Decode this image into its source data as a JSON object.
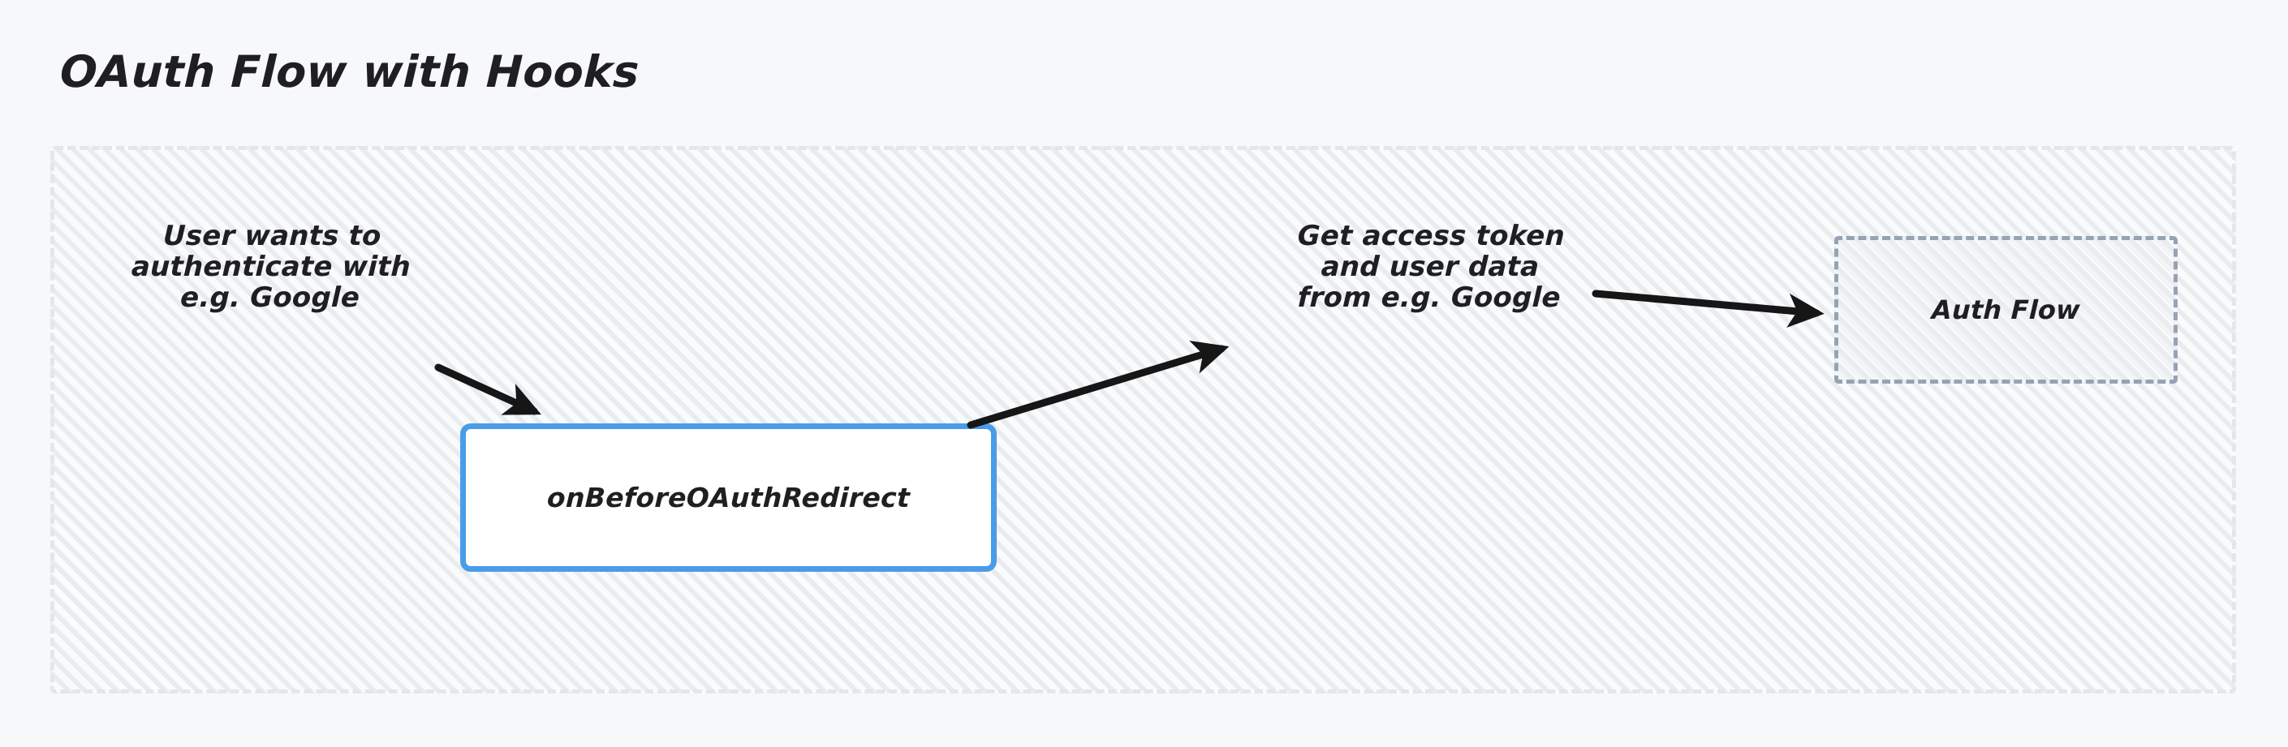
{
  "page": {
    "background_color": "#f7f8fa",
    "title": "OAuth Flow with Hooks"
  },
  "diagram": {
    "type": "flowchart",
    "container": {
      "name": "flow-group",
      "border_style": "dashed",
      "border_color": "#e3e6ea",
      "fill_color": "#fafbfc",
      "pattern": "diagonal-hatch"
    },
    "nodes": [
      {
        "id": "on-before-oauth-redirect",
        "label": "onBeforeOAuthRedirect",
        "shape": "rounded-rect",
        "border_style": "solid",
        "border_color": "#4a9ce8",
        "fill_color": "#ffffff",
        "text_color": "#1f1f21"
      },
      {
        "id": "auth-flow",
        "label": "Auth Flow",
        "shape": "rect",
        "border_style": "dashed",
        "border_color": "#95a3b4",
        "fill_color": "transparent",
        "text_color": "#1f1f21"
      }
    ],
    "edges": [
      {
        "id": "edge-user-to-hook",
        "label_lines": [
          "User wants to",
          "authenticate with",
          "e.g. Google"
        ],
        "color": "#161616",
        "arrowhead": "filled-triangle",
        "to": "on-before-oauth-redirect"
      },
      {
        "id": "edge-hook-to-token",
        "label_lines": [
          "Get access token",
          "and user data",
          "from e.g. Google"
        ],
        "color": "#161616",
        "arrowhead": "filled-triangle",
        "from": "on-before-oauth-redirect"
      },
      {
        "id": "edge-token-to-auth-flow",
        "color": "#161616",
        "arrowhead": "filled-triangle",
        "to": "auth-flow"
      }
    ]
  },
  "labels": {
    "user_auth": "User wants to\nauthenticate with\ne.g. Google",
    "user_auth_line1": "User wants to",
    "user_auth_line2": "authenticate with",
    "user_auth_line3": "e.g. Google",
    "access_token_line1": "Get access token",
    "access_token_line2": "and user data",
    "access_token_line3": "from e.g. Google"
  },
  "colors": {
    "page_background": "#f7f8fa",
    "container_fill": "#fafbfc",
    "container_border": "#e3e6ea",
    "hook_border": "#4a9ce8",
    "hook_fill": "#ffffff",
    "subgraph_border": "#95a3b4",
    "text": "#1f1f21",
    "arrow": "#161616"
  }
}
